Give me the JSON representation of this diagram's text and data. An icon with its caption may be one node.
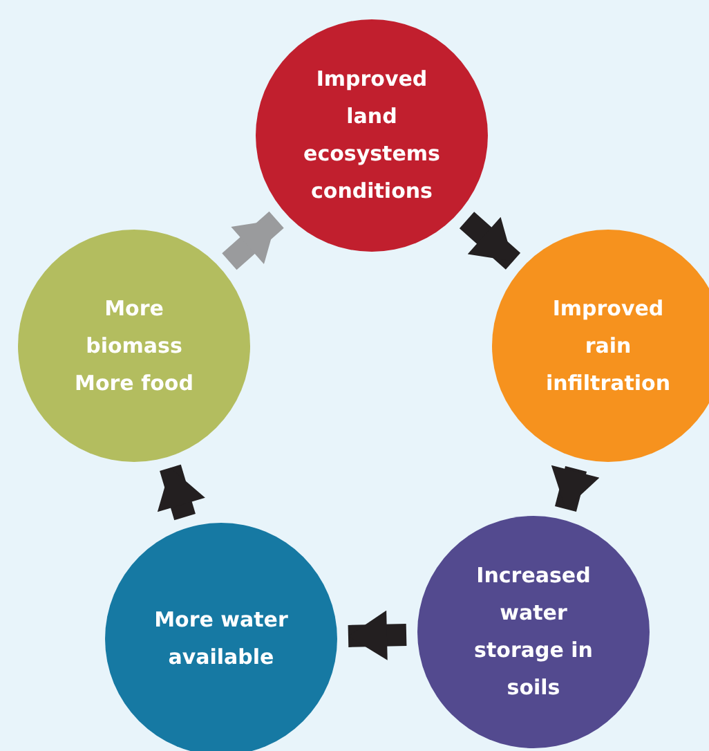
{
  "diagram": {
    "nodes": [
      {
        "text": [
          "Improved land ecosystems conditions"
        ]
      },
      {
        "text": [
          "Improved rain infiltration"
        ]
      },
      {
        "text": [
          "Increased water storage in soils"
        ]
      },
      {
        "text": [
          "More water available"
        ]
      },
      {
        "text": [
          "More biomass",
          "More food"
        ]
      }
    ],
    "edges": [
      {
        "from": 0,
        "to": 1,
        "arrow": "to"
      },
      {
        "from": 1,
        "to": 2,
        "arrow": "to"
      },
      {
        "from": 2,
        "to": 3,
        "arrow": "to"
      },
      {
        "from": 3,
        "to": 4,
        "arrow": "to"
      },
      {
        "from": 4,
        "to": 0,
        "arrow": "to",
        "color": "#9a9b9d"
      }
    ]
  }
}
